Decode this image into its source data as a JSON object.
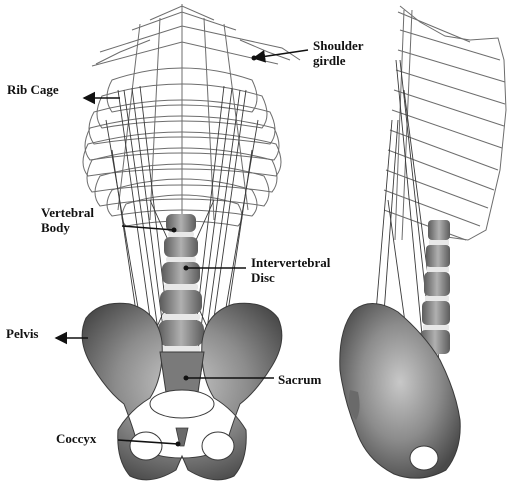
{
  "labels": {
    "shoulder_line1": "Shoulder",
    "shoulder_line2": "girdle",
    "rib_cage": "Rib Cage",
    "vertebral_line1": "Vertebral",
    "vertebral_line2": "Body",
    "disc_line1": "Intervertebral",
    "disc_line2": "Disc",
    "pelvis": "Pelvis",
    "sacrum": "Sacrum",
    "coccyx": "Coccyx"
  },
  "colors": {
    "ink": "#111111",
    "wire": "#6d6d6d",
    "bone_dark": "#5a5a5a",
    "bone_mid": "#8a8a8a",
    "bone_light": "#c4c4c4",
    "vertebra": "#9a9a9a",
    "disc": "#e8e8e8"
  },
  "views": [
    "front-view",
    "side-view"
  ]
}
